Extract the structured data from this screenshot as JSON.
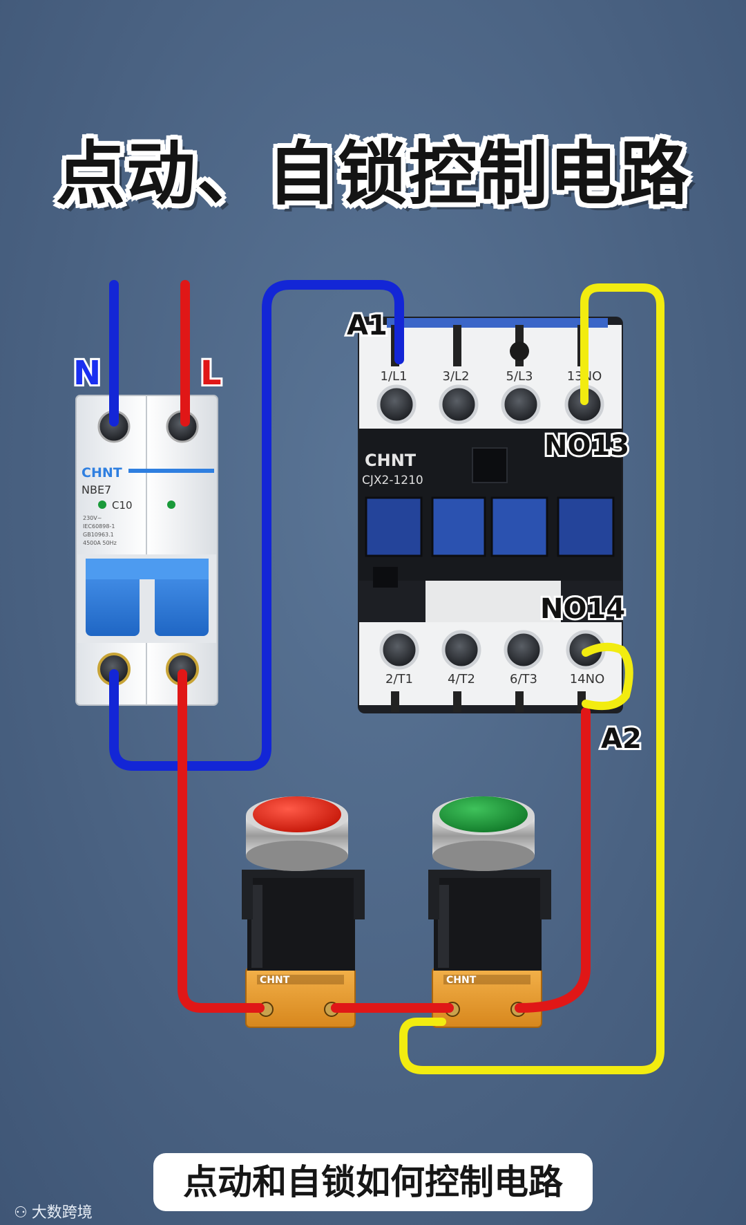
{
  "title": "点动、自锁控制电路",
  "caption": "点动和自锁如何控制电路",
  "watermark": "大数跨境",
  "breaker": {
    "brand": "CHNT",
    "model": "NBE7",
    "rating": "C10",
    "spec_lines": [
      "230V~",
      "IEC60898-1",
      "GB10963.1",
      "4500A 50Hz"
    ]
  },
  "contactor": {
    "brand": "CHNT",
    "model": "CJX2-1210",
    "top_terminals": [
      "1/L1",
      "3/L2",
      "5/L3",
      "13NO"
    ],
    "bottom_terminals": [
      "2/T1",
      "4/T2",
      "6/T3",
      "14NO"
    ]
  },
  "button_brand": "CHNT",
  "labels": {
    "n": "N",
    "l": "L",
    "a1": "A1",
    "a2": "A2",
    "no13": "NO13",
    "no14": "NO14"
  },
  "colors": {
    "neutral_wire": "#1326d6",
    "live_wire": "#e01717",
    "aux_wire": "#f2ec10",
    "breaker_handle": "#2f7fe0",
    "stop_button": "#e02a1e",
    "start_button": "#1e9a3a"
  }
}
